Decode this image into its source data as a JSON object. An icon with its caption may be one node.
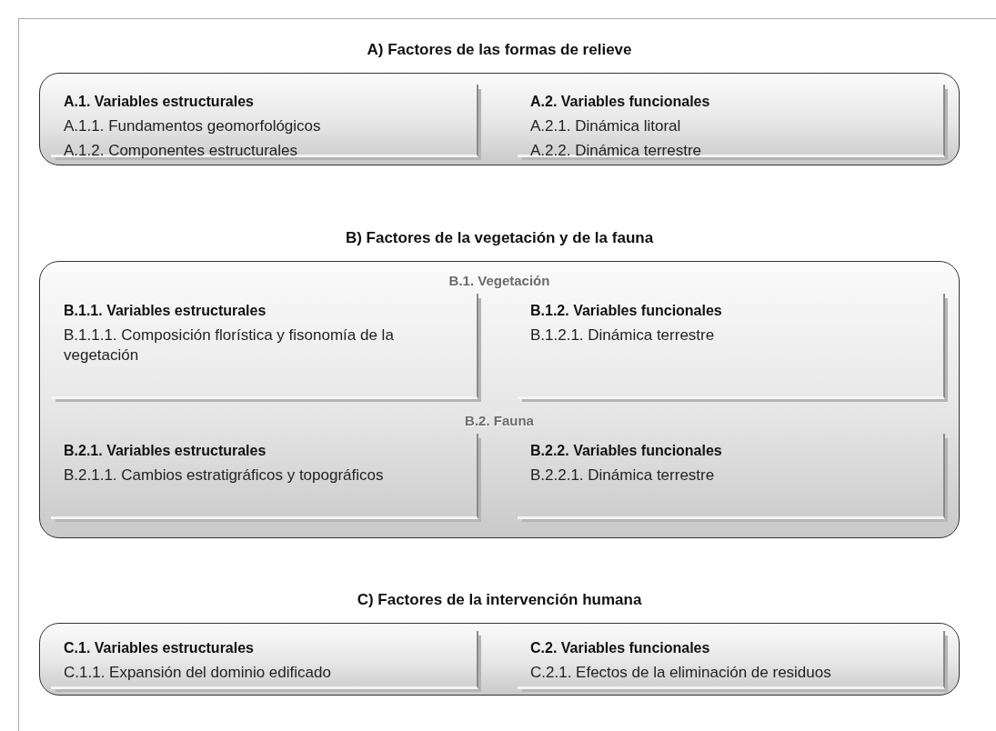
{
  "diagram": {
    "nodes": [
      {
        "text": [
          "A) Factores de las formas de relieve"
        ]
      },
      {
        "text": [
          "A.1. Variables estructurales",
          "A.1.1. Fundamentos geomorfológicos",
          "A.1.2. Componentes estructurales"
        ],
        "in": 0
      },
      {
        "text": [
          "A.2. Variables funcionales",
          "A.2.1. Dinámica litoral",
          "A.2.2. Dinámica terrestre"
        ],
        "in": 0
      },
      {
        "text": [
          "B) Factores de la vegetación y de la fauna"
        ]
      },
      {
        "text": [
          "B.1.1. Variables estructurales",
          "B.1.1.1. Composición florística y fisonomía de la vegetación"
        ],
        "in": 3
      },
      {
        "text": [
          "B.1.2. Variables funcionales",
          "B.1.2.1. Dinámica terrestre"
        ],
        "in": 3
      },
      {
        "text": [
          "B.2.1. Variables estructurales",
          "B.2.1.1. Cambios estratigráficos y topográficos"
        ],
        "in": 3
      },
      {
        "text": [
          "B.2.2. Variables funcionales",
          "B.2.2.1. Dinámica terrestre"
        ],
        "in": 3
      },
      {
        "text": [
          "C) Factores de la intervención humana"
        ]
      },
      {
        "text": [
          "C.1. Variables estructurales",
          "C.1.1. Expansión del dominio edificado"
        ],
        "in": 8
      },
      {
        "text": [
          "C.2. Variables funcionales",
          "C.2.1. Efectos de la eliminación de residuos"
        ],
        "in": 8
      }
    ],
    "edges": [],
    "labels": [
      "B.1. Vegetación",
      "B.2. Fauna"
    ]
  }
}
